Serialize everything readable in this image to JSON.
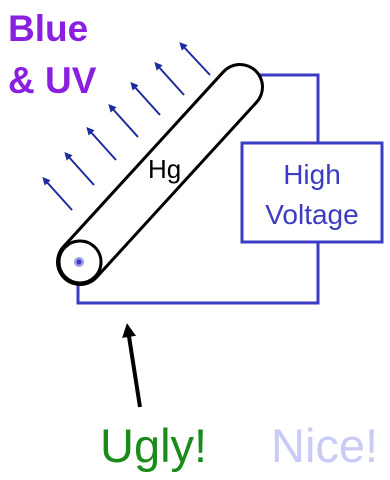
{
  "title": {
    "line1": "Blue",
    "line2": "& UV",
    "color": "#8a1fe0"
  },
  "lamp_label": "Hg",
  "power_supply": {
    "line1": "High",
    "line2": "Voltage",
    "color": "#3b3bc4"
  },
  "arrow_color": "#1c2b9e",
  "wire_color": "#3b3bc4",
  "pointer_arrow_color": "#000000",
  "captions": {
    "ugly": {
      "text": "Ugly!",
      "color": "#1a8a1a"
    },
    "nice": {
      "text": "Nice!",
      "color": "#c8cbf5"
    }
  }
}
